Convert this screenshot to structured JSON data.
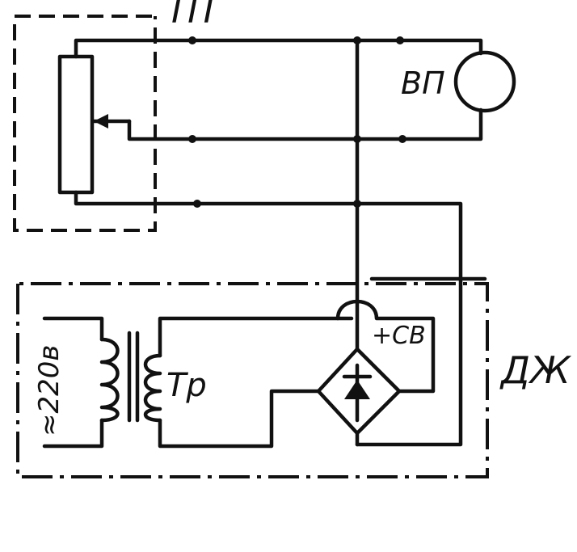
{
  "labels": {
    "top_unit": "ПТ",
    "motor": "ВП",
    "junction_box": "ДЖ",
    "transformer": "Тр",
    "supply": "≈220в",
    "rectifier_output": "+СВ"
  },
  "colors": {
    "line": "#111111",
    "background": "#ffffff"
  },
  "icons": [
    "potentiometer-icon",
    "motor-icon",
    "transformer-icon",
    "diode-bridge-icon"
  ]
}
